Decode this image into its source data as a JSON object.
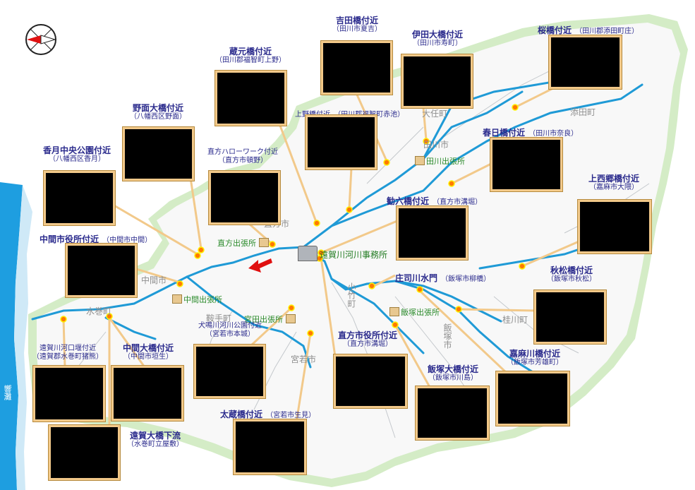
{
  "colors": {
    "land": "#f8f8f8",
    "border": "#d4ecc6",
    "river": "#1f9ad6",
    "sea": "#1e9ee0",
    "leader": "#f2c98a",
    "marker": "#ff7a00",
    "arrow": "#e01010",
    "label": "#2a2a8c",
    "area": "#8f8f8f",
    "office": "#2a8a2a"
  },
  "compass": {
    "icon": "compass-icon"
  },
  "sea_label": "響灘",
  "headquarters": {
    "label": "遠賀川河川事務所",
    "icon": "office-building-icon"
  },
  "offices": [
    {
      "id": "nogata",
      "label": "直方出張所"
    },
    {
      "id": "tagawa",
      "label": "田川出張所"
    },
    {
      "id": "nakama",
      "label": "中間出張所"
    },
    {
      "id": "miyata",
      "label": "宮田出張所"
    },
    {
      "id": "iizuka",
      "label": "飯塚出張所"
    }
  ],
  "areas": [
    {
      "id": "tagawashi",
      "label": "田川市"
    },
    {
      "id": "daininmachi",
      "label": "大任町"
    },
    {
      "id": "soedamachi",
      "label": "添田町"
    },
    {
      "id": "nogatashi",
      "label": "直方市"
    },
    {
      "id": "nakamashi",
      "label": "中間市"
    },
    {
      "id": "mizumakimachi",
      "label": "水巻町"
    },
    {
      "id": "kuratemachi",
      "label": "鞍手町"
    },
    {
      "id": "miyawakashi",
      "label": "宮若市"
    },
    {
      "id": "kotakemachi",
      "label": "小竹町"
    },
    {
      "id": "iizukashi",
      "label": "飯塚市"
    },
    {
      "id": "keisenmachi",
      "label": "桂川町"
    }
  ],
  "cameras": [
    {
      "id": "yoshidabashi",
      "name": "吉田橋付近",
      "sub": "（田川市夏吉）"
    },
    {
      "id": "itaohashi",
      "name": "伊田大橋付近",
      "sub": "（田川市寿町）"
    },
    {
      "id": "sakurabashi",
      "name": "桜橋付近",
      "sub": "（田川郡添田町庄）"
    },
    {
      "id": "kuramoto",
      "name": "蔵元橋付近",
      "sub": "（田川郡福智町上野）"
    },
    {
      "id": "nozura",
      "name": "野面大橋付近",
      "sub": "（八幡西区野面）"
    },
    {
      "id": "uenobashi",
      "name": "上野橋付近",
      "sub": "（田川郡福智町赤池）"
    },
    {
      "id": "kasugabashi",
      "name": "春日橋付近",
      "sub": "（田川市奈良）"
    },
    {
      "id": "hellowork",
      "name": "直方ハローワーク付近",
      "sub": "（直方市頓野）"
    },
    {
      "id": "kazurakouen",
      "name": "香月中央公園付近",
      "sub": "（八幡西区香月）"
    },
    {
      "id": "kamisaigo",
      "name": "上西郷橋付近",
      "sub": "（嘉麻市大隈）"
    },
    {
      "id": "kanroku",
      "name": "勧六橋付近",
      "sub": "（直方市溝堀）"
    },
    {
      "id": "nakamayakusho",
      "name": "中間市役所付近",
      "sub": "（中間市中間）"
    },
    {
      "id": "shojigawa",
      "name": "庄司川水門",
      "sub": "（飯塚市柳橋）"
    },
    {
      "id": "akimatsu",
      "name": "秋松橋付近",
      "sub": "（飯塚市秋松）"
    },
    {
      "id": "inunaki",
      "name": "犬鳴川河川公園付近",
      "sub": "（宮若市本城）"
    },
    {
      "id": "nogatayakusho",
      "name": "直方市役所付近",
      "sub": "（直方市溝堀）"
    },
    {
      "id": "kakozeki",
      "name": "遠賀川河口堰付近",
      "sub": "（遠賀郡水巻町猪熊）"
    },
    {
      "id": "nakamaohashi",
      "name": "中間大橋付近",
      "sub": "（中間市垣生）"
    },
    {
      "id": "kamakawa",
      "name": "嘉麻川橋付近",
      "sub": "（飯塚市芳雄町）"
    },
    {
      "id": "iizukaohashi",
      "name": "飯塚大橋付近",
      "sub": "（飯塚市川島）"
    },
    {
      "id": "okura",
      "name": "太蔵橋付近",
      "sub": "（宮若市生見）"
    },
    {
      "id": "ongaohashi",
      "name": "遠賀大橋下流",
      "sub": "（水巻町立屋敷）"
    }
  ]
}
